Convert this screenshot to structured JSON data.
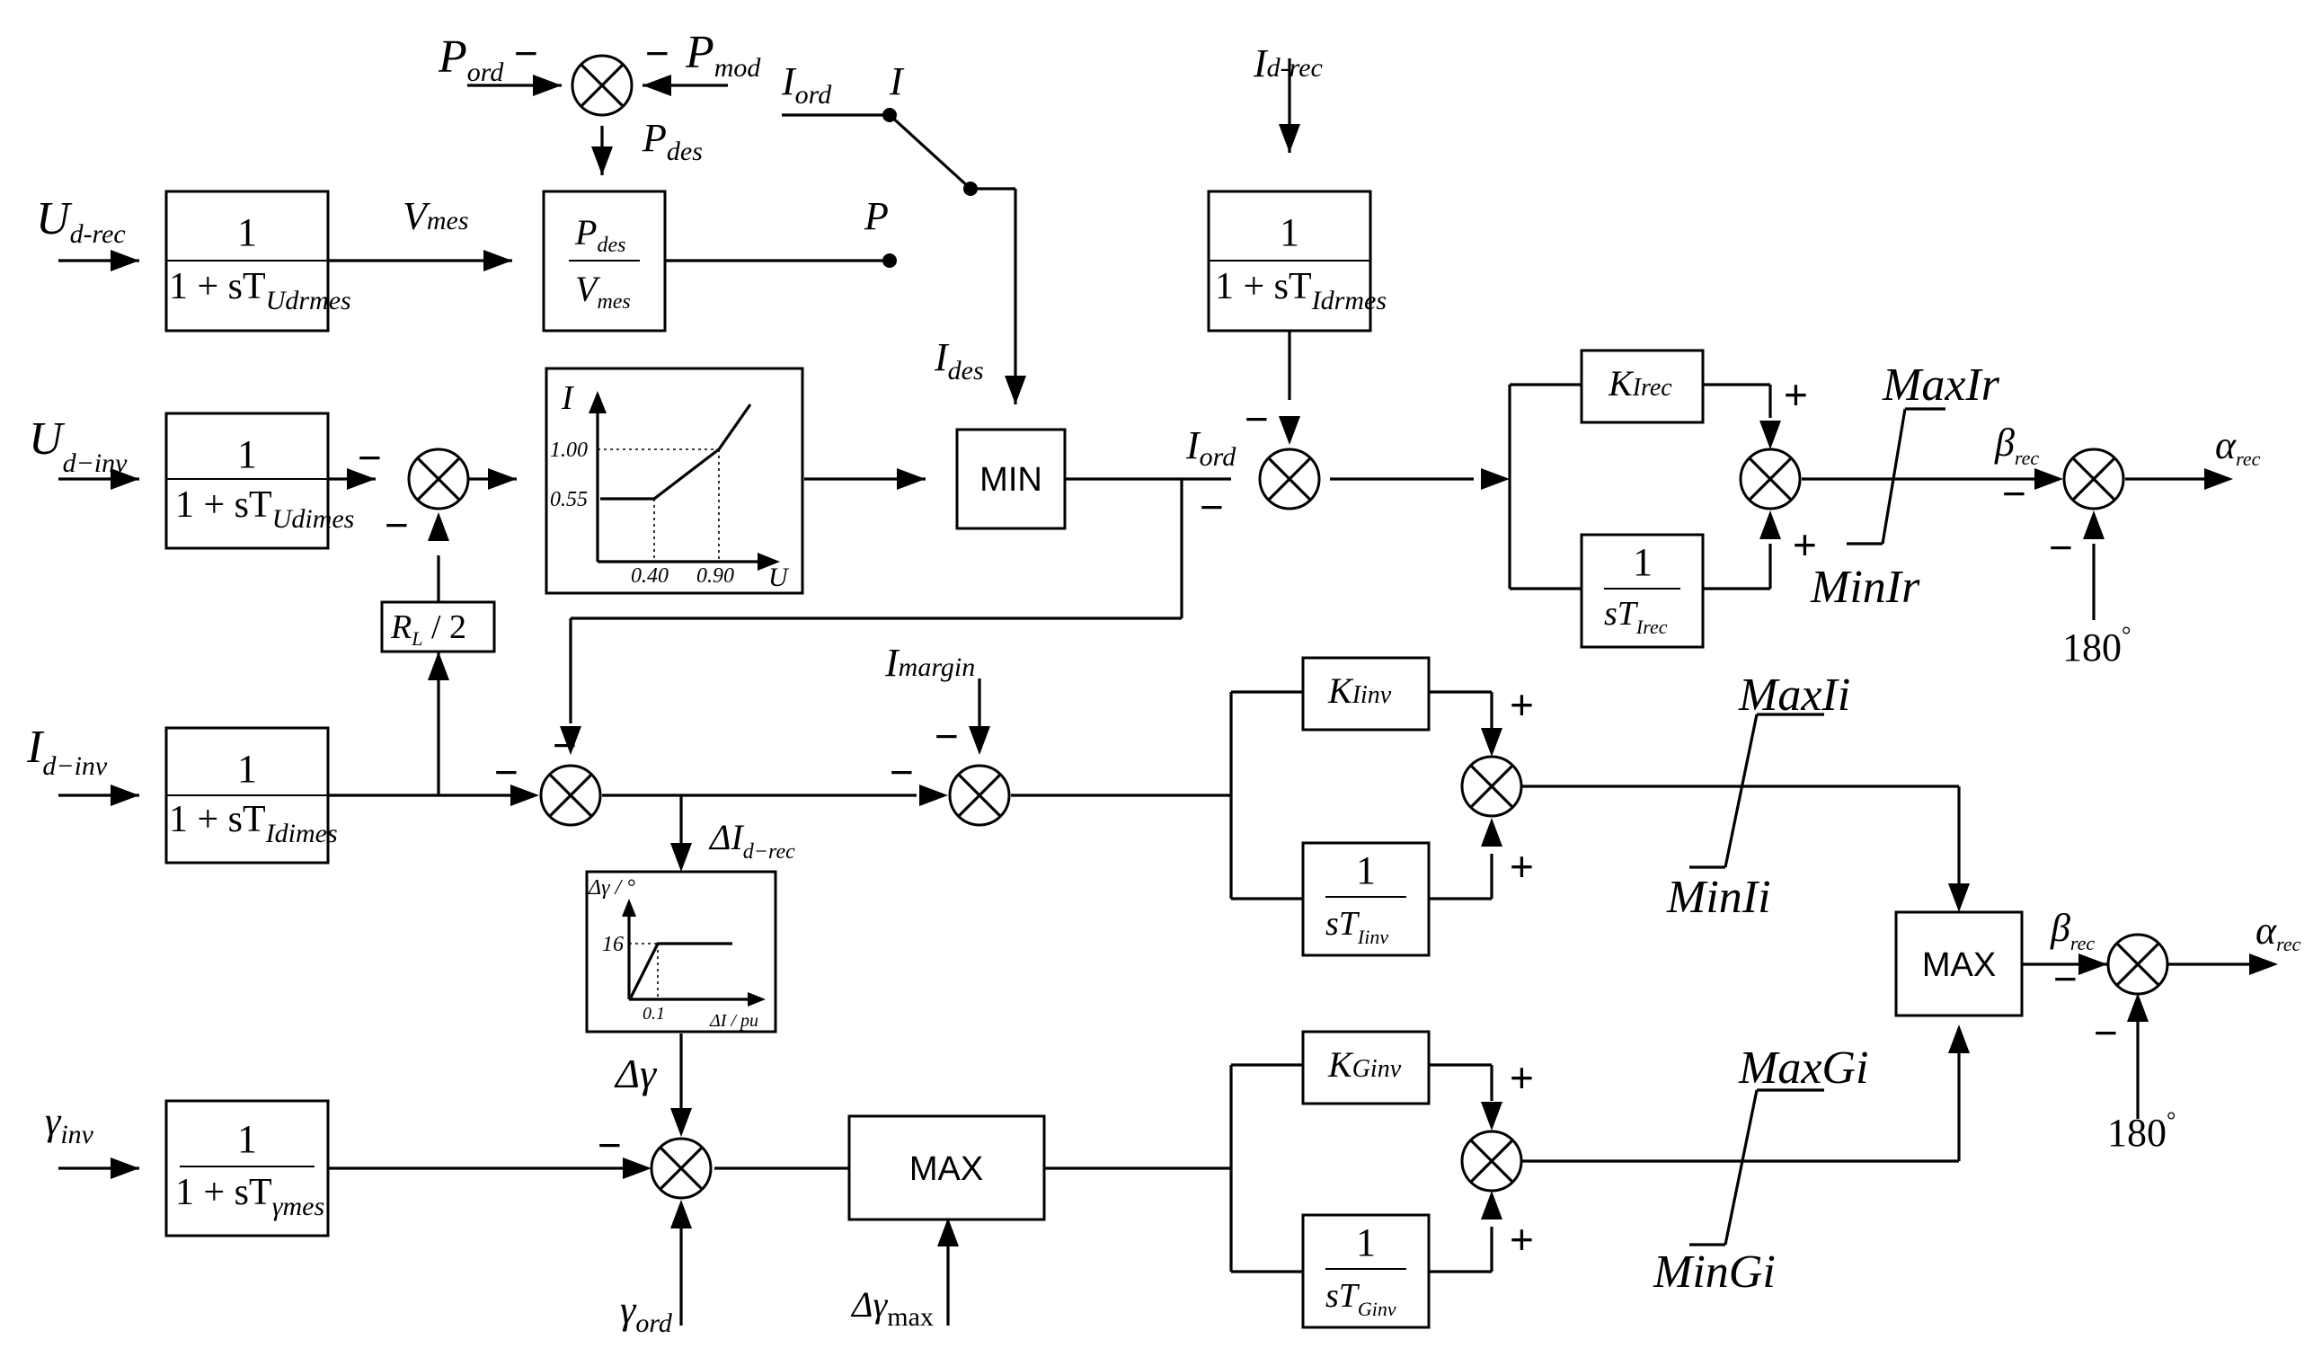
{
  "inputs": {
    "p_ord": "P",
    "p_ord_sub": "ord",
    "p_mod": "P",
    "p_mod_sub": "mod",
    "p_des": "P",
    "p_des_sub": "des",
    "i_ord": "I",
    "i_ord_sub": "ord",
    "switch_i": "I",
    "switch_p": "P",
    "i_d_rec": "I",
    "i_d_rec_sub": "d-rec",
    "u_d_rec": "U",
    "u_d_rec_sub": "d-rec",
    "v_mes": "V",
    "v_mes_sub": "mes",
    "u_d_inv": "U",
    "u_d_inv_sub": "d−inv",
    "i_des": "I",
    "i_des_sub": "des",
    "i_ord2": "I",
    "i_ord2_sub": "ord",
    "i_d_inv": "I",
    "i_d_inv_sub": "d−inv",
    "i_margin": "I",
    "i_margin_sub": "margin",
    "delta_i_d_rec": "ΔI",
    "delta_i_d_rec_sub": "d−rec",
    "delta_gamma": "Δγ",
    "gamma_inv": "γ",
    "gamma_inv_sub": "inv",
    "gamma_ord": "γ",
    "gamma_ord_sub": "ord",
    "delta_gamma_max": "Δγ",
    "delta_gamma_max_sub": "max"
  },
  "blocks": {
    "lag_num": "1",
    "lag_den_prefix": "1 + sT",
    "t_udrmes": "Udrmes",
    "t_udimes": "Udimes",
    "t_idimes": "Idimes",
    "t_gammames": "γmes",
    "t_idrmes": "Idrmes",
    "pdes_num": "P",
    "pdes_num_sub": "des",
    "pdes_den": "V",
    "pdes_den_sub": "mes",
    "rl_num": "R",
    "rl_sub": "L",
    "rl_rest": " / 2",
    "min_label": "MIN",
    "max_label": "MAX",
    "k_irec": "K",
    "k_irec_sub": "Irec",
    "k_iinv": "K",
    "k_iinv_sub": "Iinv",
    "k_ginv": "K",
    "k_ginv_sub": "Ginv",
    "int_irec_den": "sT",
    "int_irec_sub": "Irec",
    "int_iinv_den": "sT",
    "int_iinv_sub": "Iinv",
    "int_ginv_den": "sT",
    "int_ginv_sub": "Ginv"
  },
  "vdcol": {
    "axis_y": "I",
    "axis_x": "U",
    "y1": "1.00",
    "y2": "0.55",
    "x1": "0.40",
    "x2": "0.90"
  },
  "gamma_char": {
    "axis_y": "Δγ / °",
    "axis_x": "ΔI / pu",
    "y1": "16",
    "x1": "0.1"
  },
  "limits": {
    "max_ir": "MaxIr",
    "min_ir": "MinIr",
    "max_ii": "MaxIi",
    "min_ii": "MinIi",
    "max_gi": "MaxGi",
    "min_gi": "MinGi"
  },
  "outputs": {
    "beta_rec": "β",
    "beta_rec_sub": "rec",
    "alpha_rec": "α",
    "alpha_rec_sub": "rec",
    "beta_rec2": "β",
    "beta_rec2_sub": "rec",
    "alpha_rec2": "α",
    "alpha_rec2_sub": "rec",
    "deg180_a": "180",
    "deg180_b": "180",
    "deg": "°"
  },
  "signs": {
    "plus": "+",
    "minus": "−"
  }
}
